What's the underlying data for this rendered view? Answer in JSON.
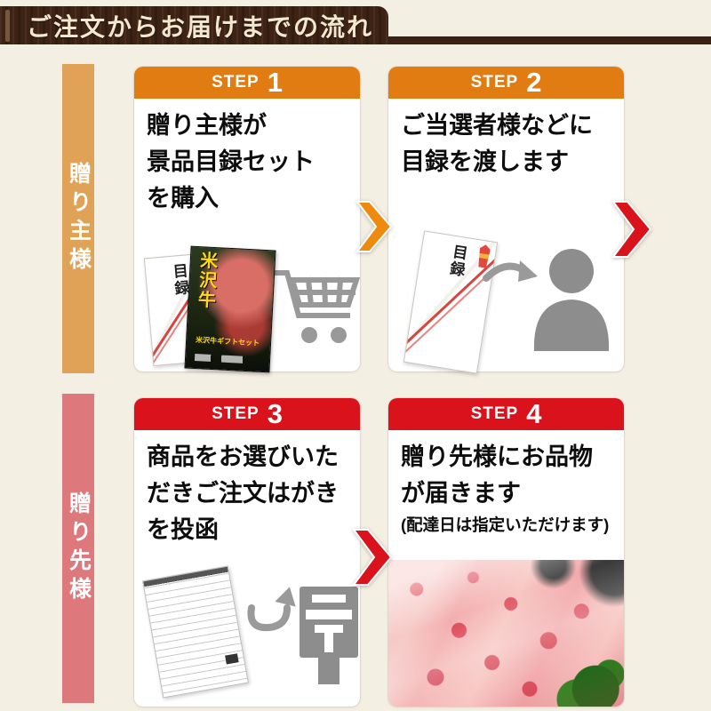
{
  "page_title": "ご注文からお届けまでの流れ",
  "colors": {
    "page_bg": "#f4efe3",
    "title_bar": "#3e2314",
    "orange_header": "#e17c12",
    "red_header": "#d9121c",
    "orange_chevron": "#ee8a0e",
    "red_chevron": "#d9121c",
    "sender_bar": "#dfa257",
    "recipient_bar": "#dd797c",
    "icon_gray": "#959595"
  },
  "row_labels": [
    {
      "text": "贈り主様",
      "color": "#dfa257"
    },
    {
      "text": "贈り先様",
      "color": "#dd797c"
    }
  ],
  "steps": [
    {
      "label": "STEP",
      "number": "1",
      "header_color": "#e17c12",
      "lines": [
        "贈り主様が",
        "景品目録セット",
        "を購入"
      ]
    },
    {
      "label": "STEP",
      "number": "2",
      "header_color": "#e17c12",
      "lines": [
        "ご当選者様などに",
        "目録を渡します"
      ]
    },
    {
      "label": "STEP",
      "number": "3",
      "header_color": "#d9121c",
      "lines": [
        "商品をお選びいた",
        "だきご注文はがき",
        "を投函"
      ]
    },
    {
      "label": "STEP",
      "number": "4",
      "header_color": "#d9121c",
      "lines": [
        "贈り先様にお品物",
        "が届きます"
      ],
      "note": "(配達日は指定いただけます)"
    }
  ],
  "artwork": {
    "catalog_envelope_label": "目録",
    "gift_envelope_label": "目録",
    "brochure_title": "米沢牛",
    "brochure_caption": "米沢牛ギフトセット"
  }
}
